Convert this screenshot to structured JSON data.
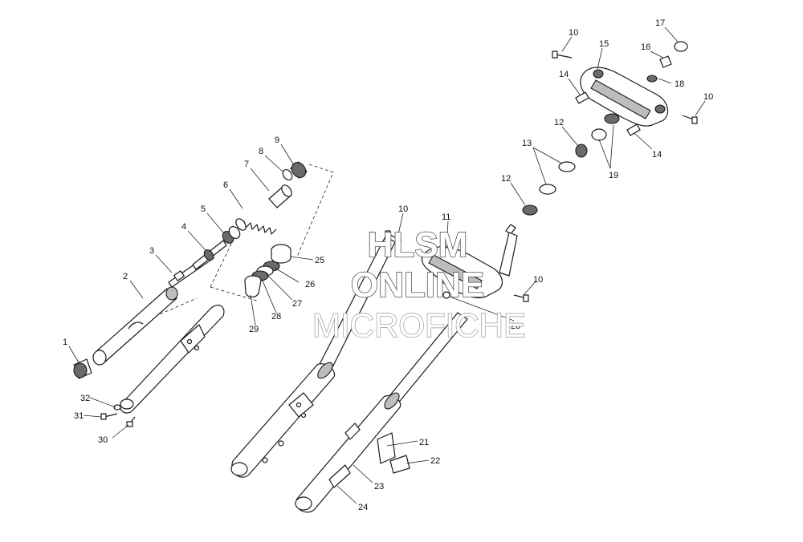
{
  "watermark": {
    "line1": "HLSM",
    "line2": "ONLINE",
    "line3": "MICROFICHE"
  },
  "callouts": {
    "c1": "1",
    "c2": "2",
    "c3": "3",
    "c4": "4",
    "c5": "5",
    "c6": "6",
    "c7": "7",
    "c8": "8",
    "c9": "9",
    "c10a": "10",
    "c10b": "10",
    "c10c": "10",
    "c10d": "10",
    "c11": "11",
    "c12a": "12",
    "c12b": "12",
    "c13": "13",
    "c14a": "14",
    "c14b": "14",
    "c15": "15",
    "c16": "16",
    "c17": "17",
    "c18": "18",
    "c19": "19",
    "c20": "20",
    "c21": "21",
    "c22": "22",
    "c23": "23",
    "c24": "24",
    "c25": "25",
    "c26": "26",
    "c27": "27",
    "c28": "28",
    "c29": "29",
    "c30": "30",
    "c31": "31",
    "c32": "32"
  }
}
